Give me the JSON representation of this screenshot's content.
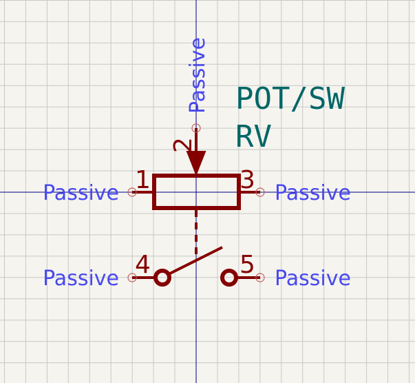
{
  "symbol": {
    "value": "POT/SW",
    "reference": "RV",
    "colors": {
      "body": "#840000",
      "pin_type": "#4848f0",
      "field": "#006666",
      "grid": "#c8c8c8",
      "axis": "#000080"
    },
    "pins": [
      {
        "number": "1",
        "type": "Passive"
      },
      {
        "number": "2",
        "type": "Passive"
      },
      {
        "number": "3",
        "type": "Passive"
      },
      {
        "number": "4",
        "type": "Passive"
      },
      {
        "number": "5",
        "type": "Passive"
      }
    ]
  }
}
